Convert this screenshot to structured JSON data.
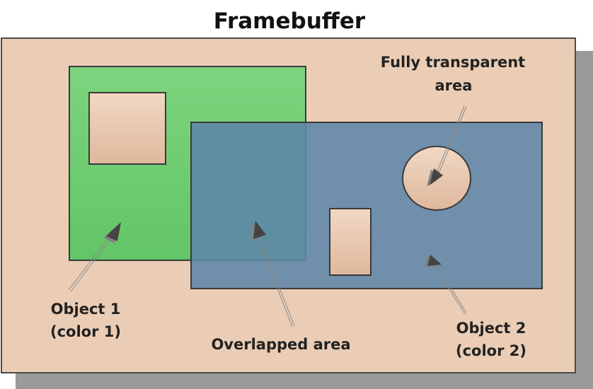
{
  "title": "Framebuffer",
  "labels": {
    "fully_transparent_line1": "Fully transparent",
    "fully_transparent_line2": "area",
    "object1_line1": "Object 1",
    "object1_line2": "(color 1)",
    "overlapped": "Overlapped area",
    "object2_line1": "Object 2",
    "object2_line2": "(color 2)"
  },
  "colors": {
    "framebuffer": "#ebcdb5",
    "object1": "#6fcf72",
    "object2": "#6b8fab",
    "hole": "#e8c4ab",
    "outline": "#3a3a3a",
    "shadow": "#999999"
  }
}
